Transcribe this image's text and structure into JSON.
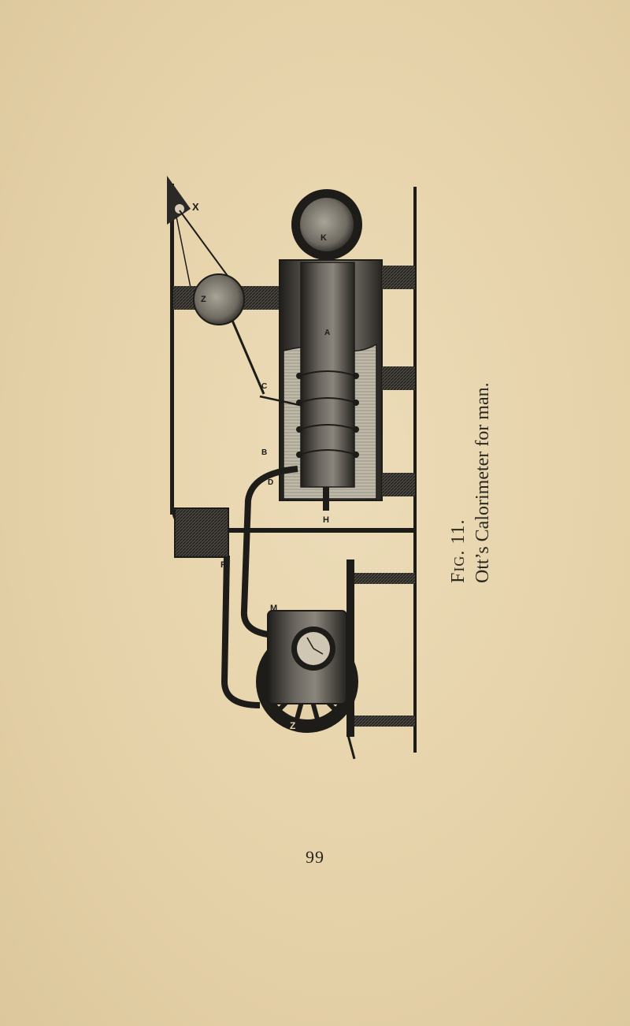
{
  "figure": {
    "label_prefix": "F",
    "label_smallcaps": "IG",
    "label_number": ". 11.",
    "title": "Ott’s Calorimeter for man.",
    "letters": {
      "a": "A",
      "b": "B",
      "c": "C",
      "d": "D",
      "h": "H",
      "k": "K",
      "m": "M",
      "r": "R",
      "x": "X",
      "z1": "Z",
      "z2": "Z"
    }
  },
  "page_number": "99",
  "colors": {
    "paper": "#e5d1a8",
    "ink": "#2c2820"
  }
}
